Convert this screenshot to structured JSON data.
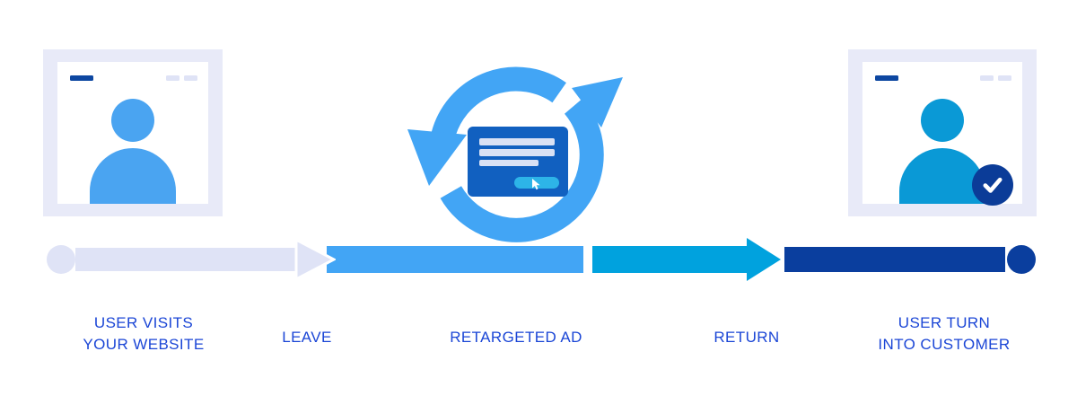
{
  "steps": {
    "visit": {
      "line1": "USER VISITS",
      "line2": "YOUR WEBSITE"
    },
    "leave": {
      "label": "LEAVE"
    },
    "retarget": {
      "label": "RETARGETED AD"
    },
    "return": {
      "label": "RETURN"
    },
    "customer": {
      "line1": "USER TURN",
      "line2": "INTO CUSTOMER"
    }
  },
  "icons": {
    "cycle": "cycle-arrows-icon",
    "cursor": "cursor-pointer-icon",
    "check": "check-icon",
    "user": "user-icon",
    "browser_dashes": "window-dash-icon"
  },
  "colors": {
    "lavender": "#dfe3f6",
    "card_frame": "#e8eaf8",
    "light_blue": "#42a5f5",
    "cyan": "#00a2de",
    "navy_bar": "#0a3e9e",
    "navy_dash": "#0d47a1",
    "label_text": "#1b46d6",
    "person_left": "#4aa4f1",
    "person_right": "#0a99d6",
    "ad_card": "#1160c0",
    "ad_line": "#d9e1f4",
    "ad_button": "#2db4e8",
    "badge": "#0b3c98"
  }
}
